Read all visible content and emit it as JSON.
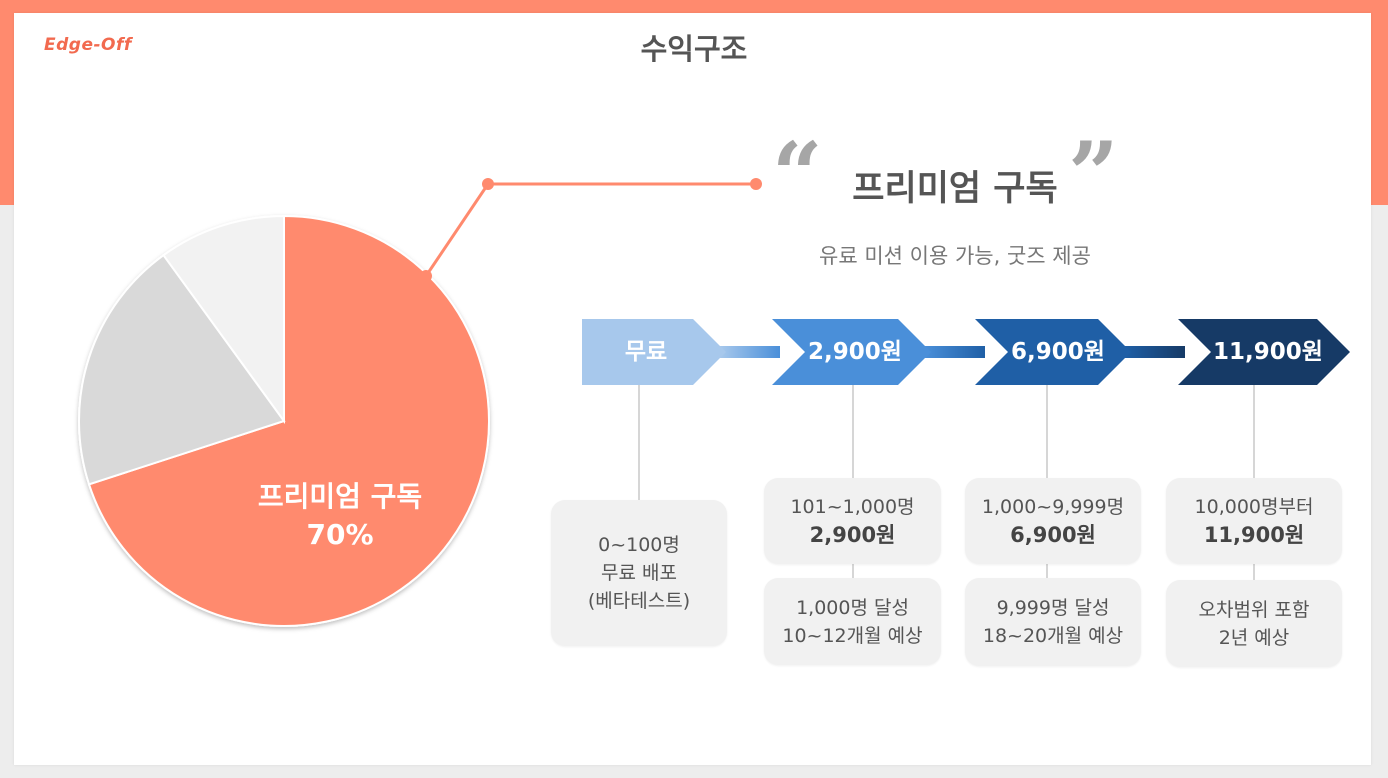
{
  "header": {
    "logo": "Edge-Off",
    "title": "수익구조"
  },
  "colors": {
    "accent": "#ff8a6e",
    "pie_secondary": "#d9d9d9",
    "pie_tertiary": "#f2f2f2",
    "stage_1": "#a7c8ec",
    "stage_2": "#4a8fd9",
    "stage_3": "#1f5fa6",
    "stage_4": "#163a66"
  },
  "chart_data": {
    "type": "pie",
    "slices": [
      {
        "label": "프리미엄 구독",
        "value": 70,
        "color": "#ff8a6e"
      },
      {
        "label": "",
        "value": 20,
        "color": "#d9d9d9"
      },
      {
        "label": "",
        "value": 10,
        "color": "#f2f2f2"
      }
    ],
    "callout": {
      "name": "프리미엄 구독",
      "percent": "70%"
    }
  },
  "plan": {
    "quote_open": "“",
    "quote_close": "”",
    "title": "프리미엄 구독",
    "description": "유료 미션 이용 가능, 굿즈 제공"
  },
  "stages": [
    {
      "label": "무료",
      "box1": {
        "line1": "0~100명",
        "line2": "무료 배포",
        "line3": "(베타테스트)"
      }
    },
    {
      "label": "2,900원",
      "box1": {
        "line1": "101~1,000명",
        "line2": "2,900원"
      },
      "box2": {
        "line1": "1,000명 달성",
        "line2": "10~12개월 예상"
      }
    },
    {
      "label": "6,900원",
      "box1": {
        "line1": "1,000~9,999명",
        "line2": "6,900원"
      },
      "box2": {
        "line1": "9,999명 달성",
        "line2": "18~20개월 예상"
      }
    },
    {
      "label": "11,900원",
      "box1": {
        "line1": "10,000명부터",
        "line2": "11,900원"
      },
      "box2": {
        "line1": "오차범위 포함",
        "line2": "2년 예상"
      }
    }
  ]
}
